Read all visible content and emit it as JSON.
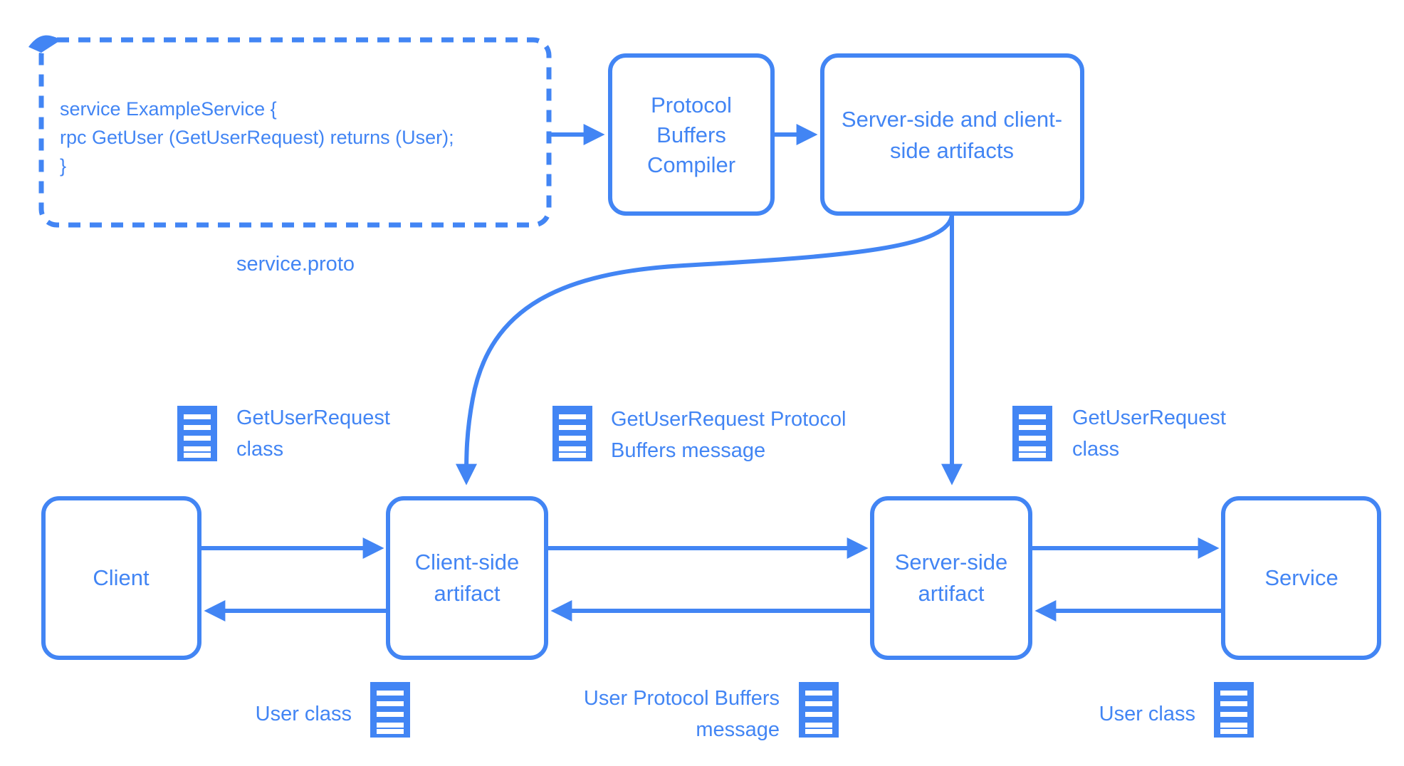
{
  "theme": {
    "accent": "#4285f4",
    "background": "#ffffff",
    "icon_fill": "#4285f4",
    "icon_stripe": "#ffffff"
  },
  "diagram": {
    "title": "gRPC service definition to client and server artifacts flow",
    "proto_file": {
      "caption": "service.proto",
      "icon": "document-fold-icon",
      "code_lines": [
        "service ExampleService {",
        "   rpc GetUser (GetUserRequest) returns (User);",
        "}"
      ]
    },
    "nodes": [
      {
        "id": "compiler",
        "lines": [
          "Protocol",
          "Buffers",
          "Compiler"
        ]
      },
      {
        "id": "artifacts",
        "lines": [
          "Server-side and client-",
          "side artifacts"
        ]
      },
      {
        "id": "client",
        "lines": [
          "Client"
        ]
      },
      {
        "id": "client-artifact",
        "lines": [
          "Client-side",
          "artifact"
        ]
      },
      {
        "id": "server-artifact",
        "lines": [
          "Server-side",
          "artifact"
        ]
      },
      {
        "id": "service",
        "lines": [
          "Service"
        ]
      }
    ],
    "annotations_top": [
      {
        "id": "client-request-class",
        "icon": "document-icon",
        "icon_side": "left",
        "lines": [
          "GetUserRequest",
          "class"
        ]
      },
      {
        "id": "wire-request-message",
        "icon": "document-icon",
        "icon_side": "left",
        "lines": [
          "GetUserRequest Protocol",
          "Buffers message"
        ]
      },
      {
        "id": "server-request-class",
        "icon": "document-icon",
        "icon_side": "left",
        "lines": [
          "GetUserRequest",
          "class"
        ]
      }
    ],
    "annotations_bottom": [
      {
        "id": "client-user-class",
        "icon": "document-icon",
        "icon_side": "right",
        "lines": [
          "User class"
        ]
      },
      {
        "id": "wire-user-message",
        "icon": "document-icon",
        "icon_side": "right",
        "lines": [
          "User Protocol Buffers",
          "message"
        ]
      },
      {
        "id": "server-user-class",
        "icon": "document-icon",
        "icon_side": "right",
        "lines": [
          "User class"
        ]
      }
    ],
    "connections": [
      {
        "id": "proto-to-compiler",
        "from": "proto_file",
        "to": "compiler",
        "kind": "arrow-right"
      },
      {
        "id": "compiler-to-artifacts",
        "from": "compiler",
        "to": "artifacts",
        "kind": "arrow-right"
      },
      {
        "id": "artifacts-to-client-artifact",
        "from": "artifacts",
        "to": "client-artifact",
        "kind": "curved-arrow-down"
      },
      {
        "id": "artifacts-to-server-artifact",
        "from": "artifacts",
        "to": "server-artifact",
        "kind": "arrow-down"
      },
      {
        "id": "client-to-client-artifact",
        "from": "client",
        "to": "client-artifact",
        "kind": "arrow-right"
      },
      {
        "id": "client-artifact-to-client",
        "from": "client-artifact",
        "to": "client",
        "kind": "arrow-left"
      },
      {
        "id": "client-artifact-to-server-artifact",
        "from": "client-artifact",
        "to": "server-artifact",
        "kind": "arrow-right"
      },
      {
        "id": "server-artifact-to-client-artifact",
        "from": "server-artifact",
        "to": "client-artifact",
        "kind": "arrow-left"
      },
      {
        "id": "server-artifact-to-service",
        "from": "server-artifact",
        "to": "service",
        "kind": "arrow-right"
      },
      {
        "id": "service-to-server-artifact",
        "from": "service",
        "to": "server-artifact",
        "kind": "arrow-left"
      }
    ]
  }
}
